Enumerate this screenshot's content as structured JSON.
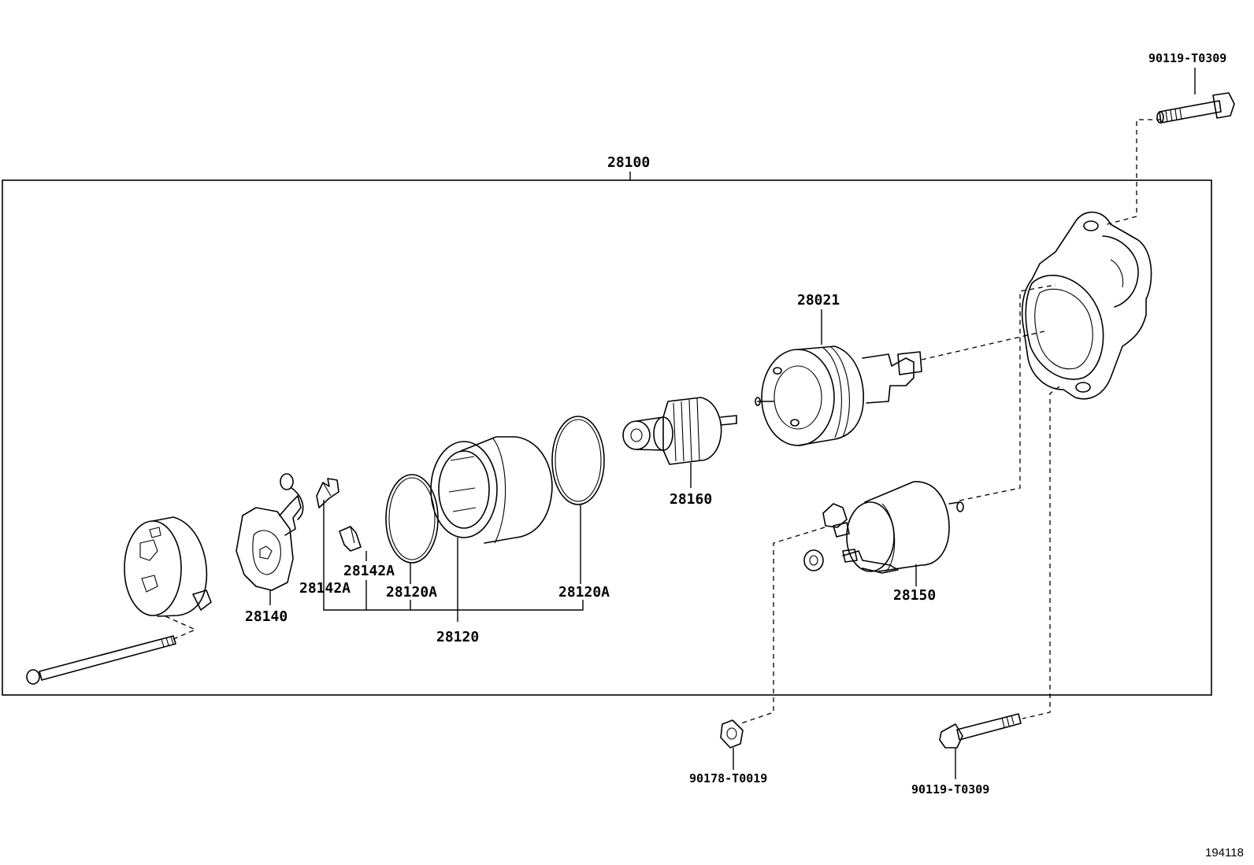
{
  "labels": {
    "assembly": "28100",
    "bolt_top": "90119-T0309",
    "solenoid_contact": "28021",
    "pinion_clutch": "28160",
    "yoke": "28120",
    "ring_a_left": "28120A",
    "ring_a_right": "28120A",
    "spring_a_upper": "28142A",
    "spring_a_lower": "28142A",
    "brush_holder": "28140",
    "magnet_switch": "28150",
    "nut_bottom": "90178-T0019",
    "bolt_bottom": "90119-T0309"
  },
  "figure_number": "194118"
}
